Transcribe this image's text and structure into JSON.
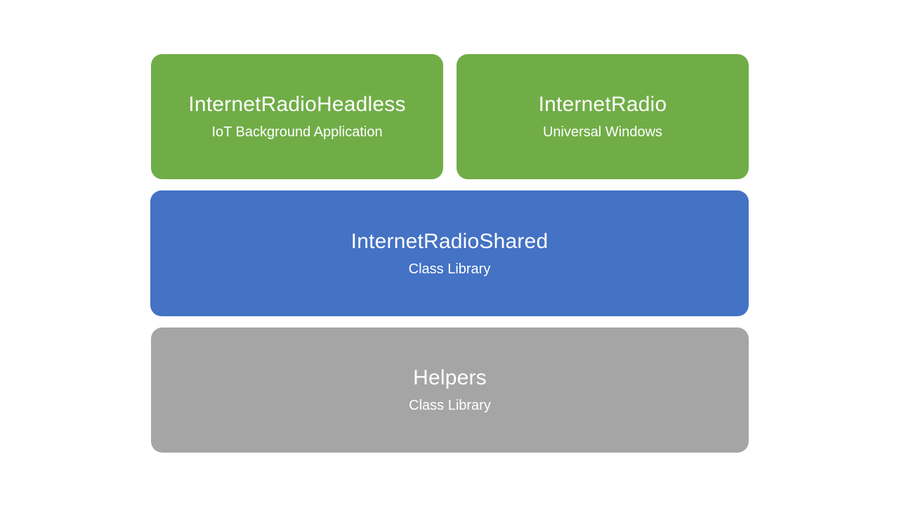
{
  "colors": {
    "app_layer": "#70AD47",
    "shared_layer": "#4472C4",
    "helpers_layer": "#A5A5A5",
    "text": "#FFFFFF"
  },
  "boxes": {
    "headless": {
      "title": "InternetRadioHeadless",
      "subtitle": "IoT Background Application"
    },
    "radio": {
      "title": "InternetRadio",
      "subtitle": "Universal Windows"
    },
    "shared": {
      "title": "InternetRadioShared",
      "subtitle": "Class Library"
    },
    "helpers": {
      "title": "Helpers",
      "subtitle": "Class Library"
    }
  }
}
